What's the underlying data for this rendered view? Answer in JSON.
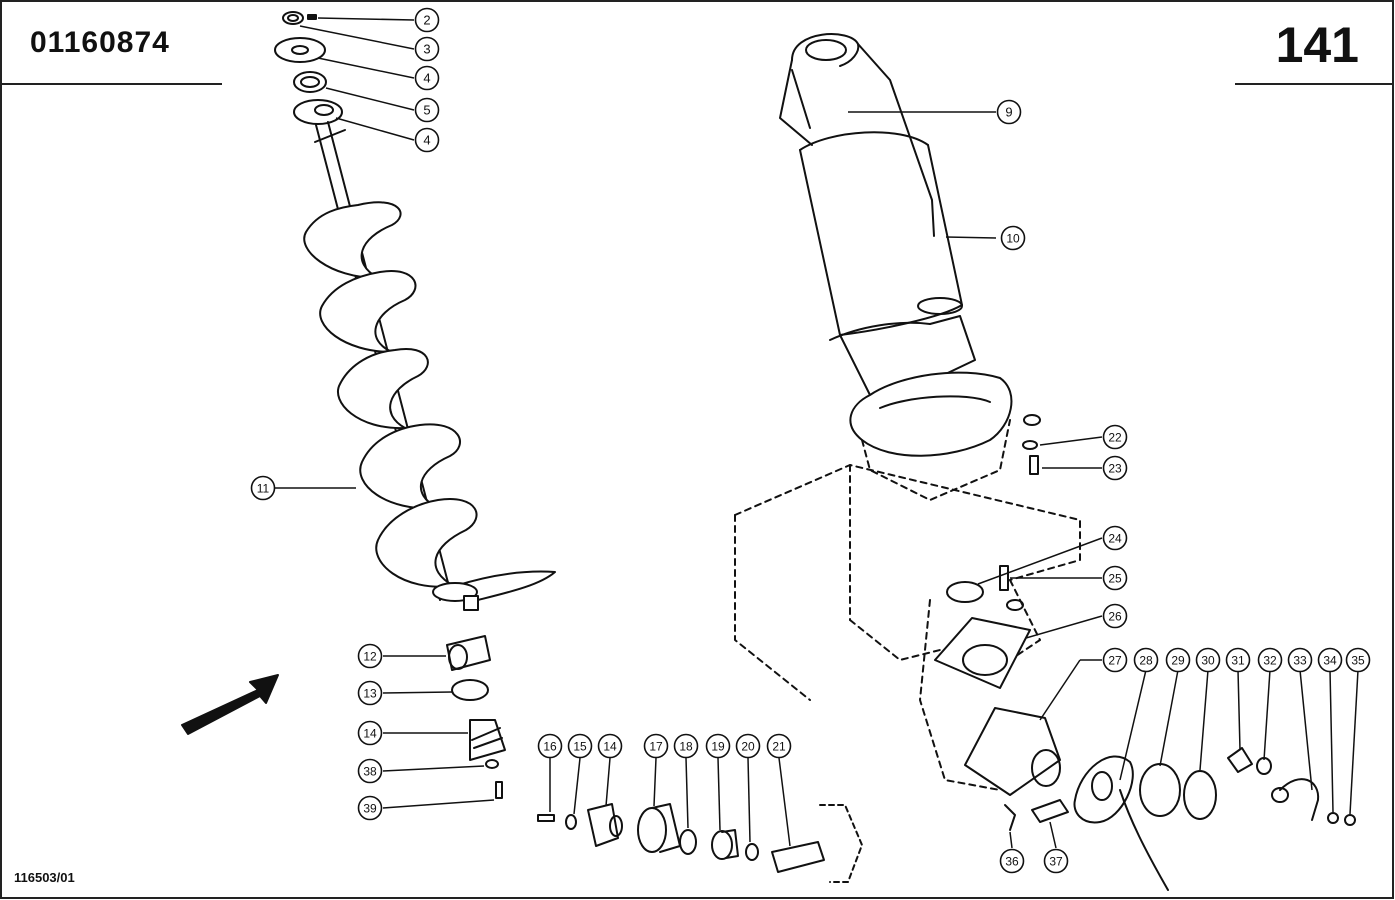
{
  "header": {
    "part_number": "01160874",
    "page_number": "141"
  },
  "footer": {
    "reference": "116503/01"
  },
  "callouts": [
    "2",
    "3",
    "4",
    "5",
    "4",
    "9",
    "10",
    "11",
    "12",
    "13",
    "14",
    "38",
    "39",
    "16",
    "15",
    "14",
    "17",
    "18",
    "19",
    "20",
    "21",
    "22",
    "23",
    "24",
    "25",
    "26",
    "27",
    "28",
    "29",
    "30",
    "31",
    "32",
    "33",
    "34",
    "35",
    "36",
    "37"
  ]
}
